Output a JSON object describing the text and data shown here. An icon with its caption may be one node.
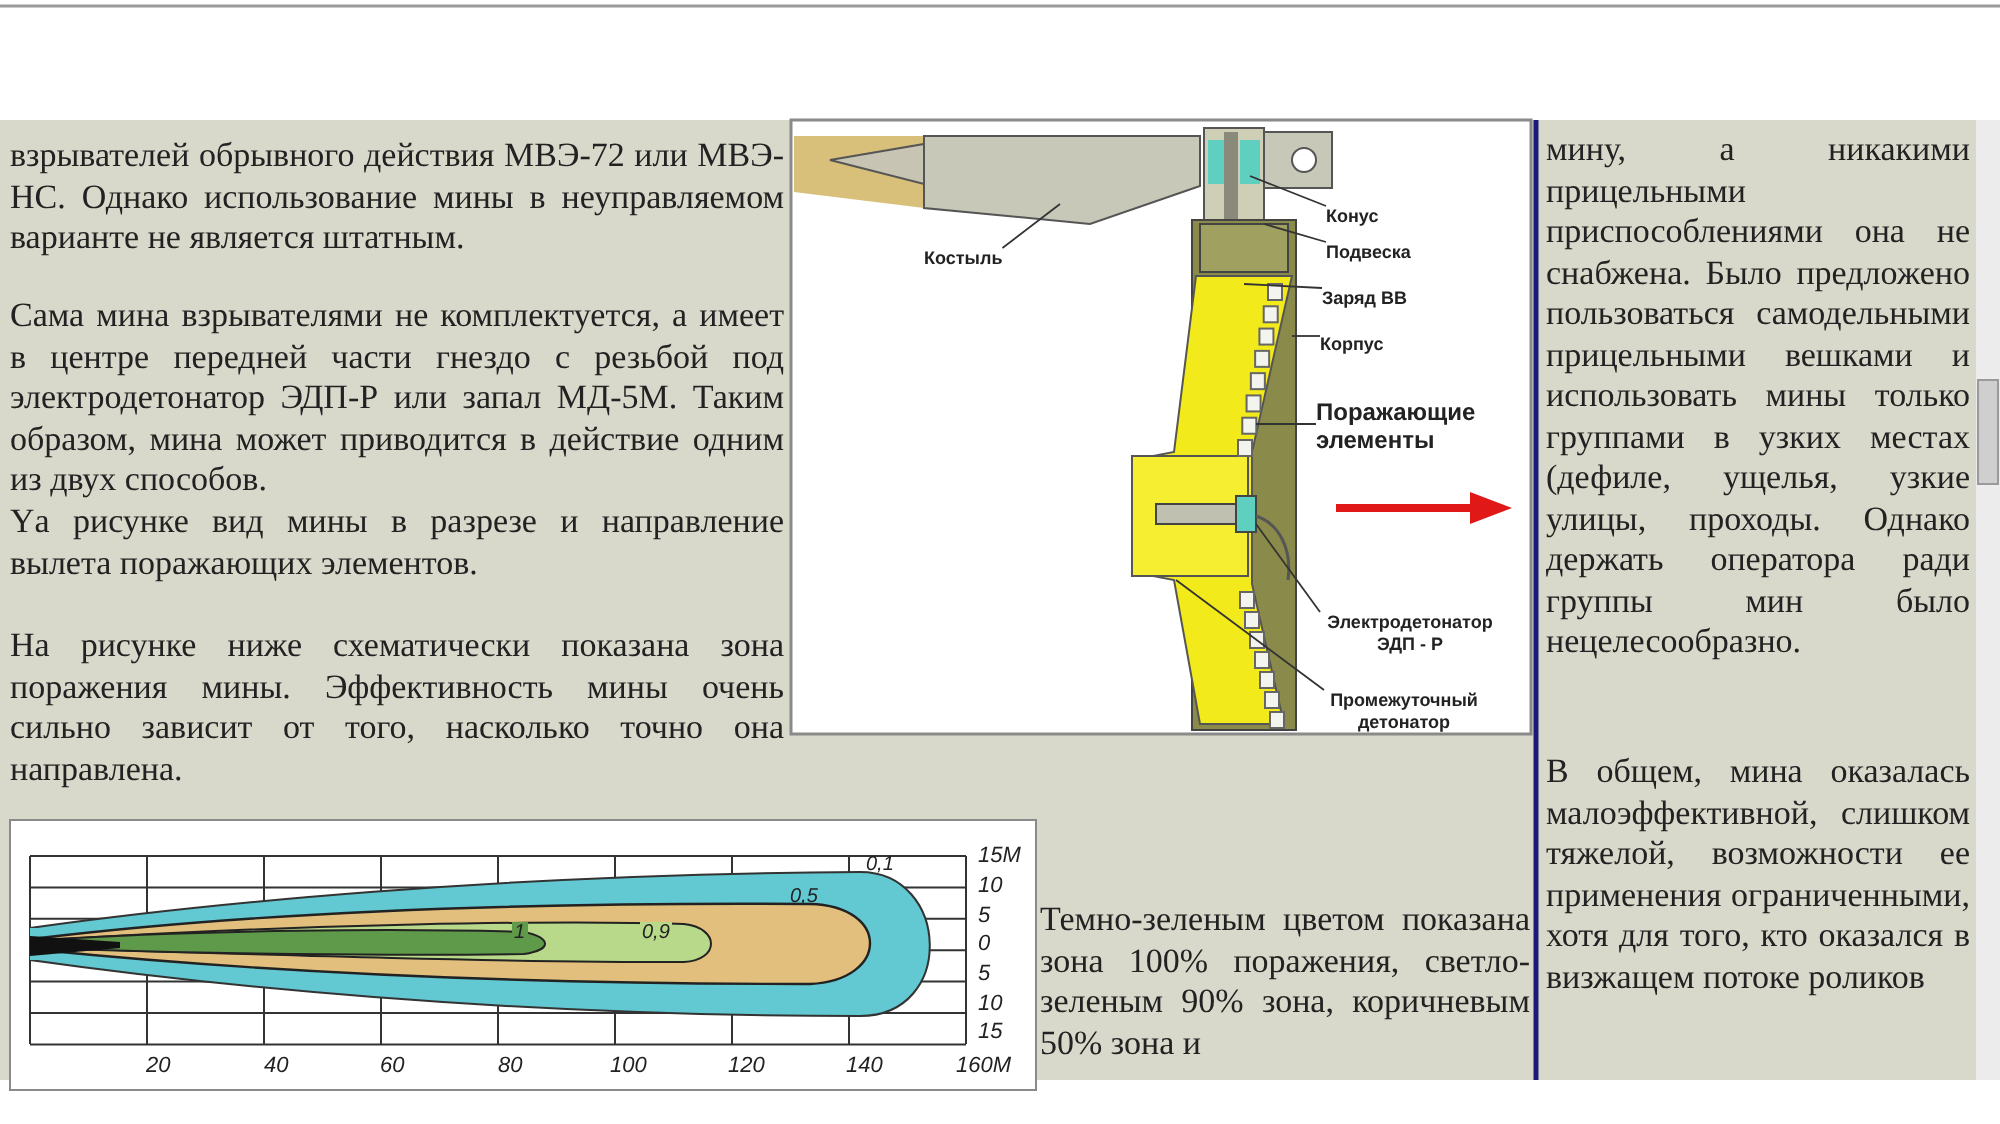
{
  "diagram": {
    "nodes": [
      {
        "text": [
          "Костыль"
        ]
      },
      {
        "text": [
          "Конус"
        ]
      },
      {
        "text": [
          "Подвеска"
        ]
      },
      {
        "text": [
          "Заряд ВВ"
        ]
      },
      {
        "text": [
          "Корпус"
        ]
      },
      {
        "text": [
          "Поражающие элементы"
        ]
      },
      {
        "text": [
          "Электродетонатор ЭДП - Р"
        ]
      },
      {
        "text": [
          "Промежуточный детонатор"
        ]
      }
    ],
    "edges": [
      {
        "from": 0,
        "to": null,
        "arrow": "none"
      },
      {
        "from": 1,
        "to": null,
        "arrow": "none"
      },
      {
        "from": 2,
        "to": null,
        "arrow": "none"
      },
      {
        "from": 3,
        "to": null,
        "arrow": "none"
      },
      {
        "from": 4,
        "to": null,
        "arrow": "none"
      },
      {
        "from": 5,
        "to": null,
        "arrow": "none"
      },
      {
        "from": 6,
        "to": null,
        "arrow": "none"
      },
      {
        "from": 7,
        "to": null,
        "arrow": "none"
      }
    ],
    "labels": [
      "взрывателей обрывного действия МВЭ-72 или МВЭ-НС. Однако использование мины в неуправляемом варианте не является штатным.",
      "Сама мина взрывателями не комплектуется, а имеет в центре передней части гнездо с резьбой под электродетонатор ЭДП-Р или запал МД-5М. Таким образом, мина может приводится в действие одним из двух способов.",
      "Yа рисунке вид мины в разрезе и направление вылета поражающих элементов.",
      "На рисунке ниже схематически показана зона поражения мины. Эффективность мины очень сильно зависит от того, насколько точно она направлена.",
      "мину, а никакими прицельными приспособлениями она не снабжена. Было предложено пользоваться самодельными прицельными вешками и использовать мины только группами в узких местах (дефиле, ущелья, узкие улицы, проходы. Однако держать оператора ради группы мин было нецелесообразно.",
      "В общем, мина оказалась малоэффективной, слишком тяжелой, возможности ее применения ограниченными, хотя для того, кто оказался в визжащем потоке роликов",
      "Темно-зеленым цветом показана зона 100% поражения, светло- зеленым 90% зона, коричневым 50% зона и",
      "15М",
      "10",
      "5",
      "0",
      "5",
      "10",
      "15",
      "20",
      "40",
      "60",
      "80",
      "100",
      "120",
      "140",
      "160М",
      "1",
      "0,9",
      "0,5",
      "0,1"
    ]
  }
}
